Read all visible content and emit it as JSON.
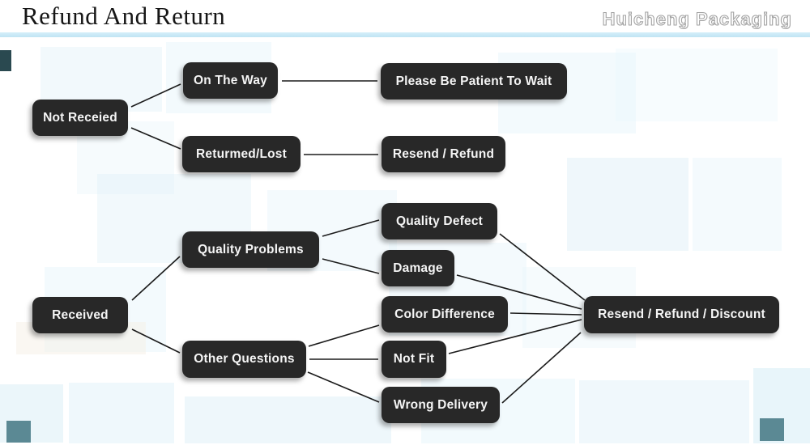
{
  "header": {
    "title": "Refund And Return",
    "brand": "Huicheng Packaging"
  },
  "flowchart": {
    "nodes": [
      {
        "id": "not-received",
        "label": "Not Receied"
      },
      {
        "id": "on-the-way",
        "label": "On The Way"
      },
      {
        "id": "please-be-patient",
        "label": "Please Be Patient To Wait"
      },
      {
        "id": "returned-lost",
        "label": "Returmed/Lost"
      },
      {
        "id": "resend-refund",
        "label": "Resend / Refund"
      },
      {
        "id": "quality-problems",
        "label": "Quality Problems"
      },
      {
        "id": "quality-defect",
        "label": "Quality Defect"
      },
      {
        "id": "damage",
        "label": "Damage"
      },
      {
        "id": "received",
        "label": "Received"
      },
      {
        "id": "color-difference",
        "label": "Color Difference"
      },
      {
        "id": "other-questions",
        "label": "Other Questions"
      },
      {
        "id": "not-fit",
        "label": "Not Fit"
      },
      {
        "id": "wrong-delivery",
        "label": "Wrong Delivery"
      },
      {
        "id": "resend-refund-discount",
        "label": "Resend / Refund / Discount"
      }
    ],
    "edges": [
      [
        "not-received",
        "on-the-way"
      ],
      [
        "not-received",
        "returned-lost"
      ],
      [
        "on-the-way",
        "please-be-patient"
      ],
      [
        "returned-lost",
        "resend-refund"
      ],
      [
        "received",
        "quality-problems"
      ],
      [
        "received",
        "other-questions"
      ],
      [
        "quality-problems",
        "quality-defect"
      ],
      [
        "quality-problems",
        "damage"
      ],
      [
        "other-questions",
        "color-difference"
      ],
      [
        "other-questions",
        "not-fit"
      ],
      [
        "other-questions",
        "wrong-delivery"
      ],
      [
        "quality-defect",
        "resend-refund-discount"
      ],
      [
        "damage",
        "resend-refund-discount"
      ],
      [
        "color-difference",
        "resend-refund-discount"
      ],
      [
        "not-fit",
        "resend-refund-discount"
      ],
      [
        "wrong-delivery",
        "resend-refund-discount"
      ]
    ]
  },
  "colors": {
    "node_background": "#282828",
    "node_text": "#f5f5f5",
    "header_rule": "#c6e7f5",
    "connector": "#1b1b1b",
    "accent_teal": "#3e737e",
    "accent_teal_dark": "#2a4950"
  }
}
